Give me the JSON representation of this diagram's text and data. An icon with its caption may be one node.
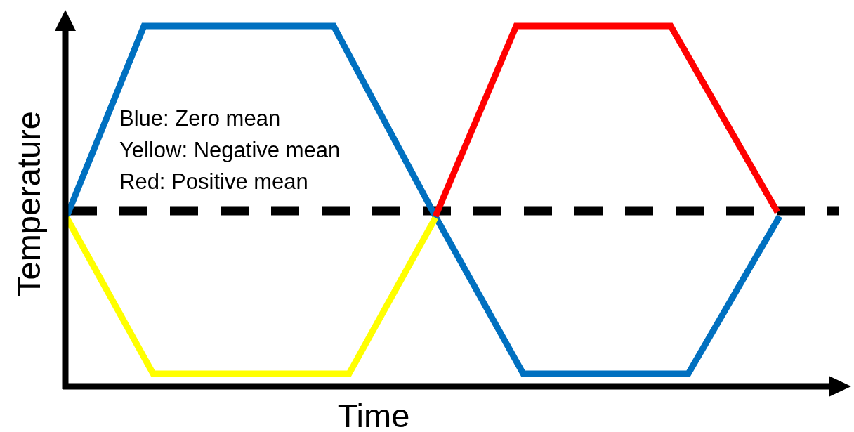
{
  "diagram": {
    "labels": [
      "Blue: Zero mean",
      "Yellow: Negative mean",
      "Red: Positive mean",
      "Temperature",
      "Time"
    ]
  }
}
